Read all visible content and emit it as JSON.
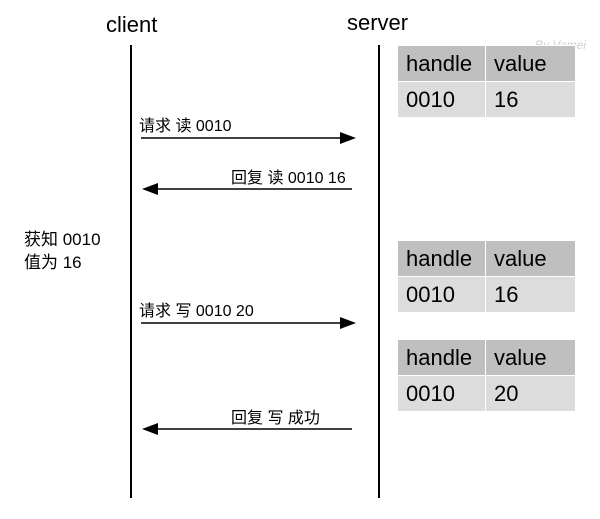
{
  "participants": {
    "client": "client",
    "server": "server"
  },
  "watermark": "By Vamei",
  "messages": [
    {
      "label": "请求 读  0010",
      "direction": "to-server"
    },
    {
      "label": "回复 读  0010 16",
      "direction": "to-client"
    },
    {
      "label": "请求 写  0010 20",
      "direction": "to-server"
    },
    {
      "label": "回复 写 成功",
      "direction": "to-client"
    }
  ],
  "client_note": {
    "line1": "获知 0010",
    "line2": "值为 16"
  },
  "tables": [
    {
      "headers": [
        "handle",
        "value"
      ],
      "row": [
        "0010",
        "16"
      ]
    },
    {
      "headers": [
        "handle",
        "value"
      ],
      "row": [
        "0010",
        "16"
      ]
    },
    {
      "headers": [
        "handle",
        "value"
      ],
      "row": [
        "0010",
        "20"
      ]
    }
  ],
  "colors": {
    "header_cell": "#bfbfbf",
    "data_cell": "#dcdcdc",
    "line": "#000000",
    "watermark": "#cfcfcf"
  }
}
